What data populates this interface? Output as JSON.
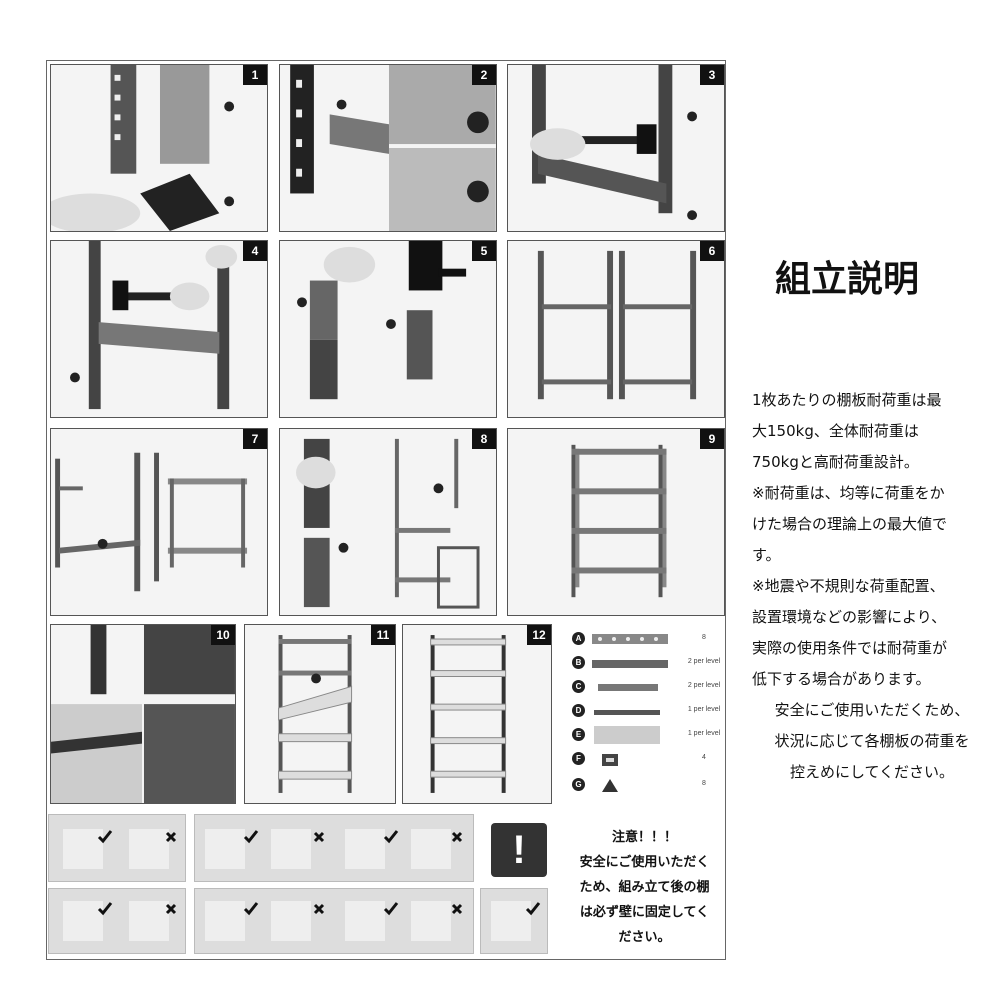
{
  "title": "組立説明",
  "description": [
    "1枚あたりの棚板耐荷重は最",
    "大150kg、全体耐荷重は",
    "750kgと高耐荷重設計。",
    "※耐荷重は、均等に荷重をか",
    "けた場合の理論上の最大値で",
    "す。",
    "※地震や不規則な荷重配置、",
    "設置環境などの影響により、",
    "実際の使用条件では耐荷重が",
    "低下する場合があります。",
    "安全にご使用いただくため、",
    "状況に応じて各棚板の荷重を",
    "控えめにしてください。"
  ],
  "steps": [
    "1",
    "2",
    "3",
    "4",
    "5",
    "6",
    "7",
    "8",
    "9",
    "10",
    "11",
    "12"
  ],
  "callouts": {
    "A": "A",
    "B": "B",
    "C": "C",
    "F": "F",
    "G": "G",
    "E": "E"
  },
  "parts": [
    {
      "letter": "A",
      "qty": "8"
    },
    {
      "letter": "B",
      "qty": "2 per level"
    },
    {
      "letter": "C",
      "qty": "2 per level"
    },
    {
      "letter": "D",
      "qty": "1 per level"
    },
    {
      "letter": "E",
      "qty": "1 per level"
    },
    {
      "letter": "F",
      "qty": "4"
    },
    {
      "letter": "G",
      "qty": "8"
    }
  ],
  "warning": {
    "icon": "!",
    "lines": [
      "注意！！！",
      "安全にご使用いただく",
      "ため、組み立て後の棚",
      "は必ず壁に固定してく",
      "ださい。"
    ]
  }
}
